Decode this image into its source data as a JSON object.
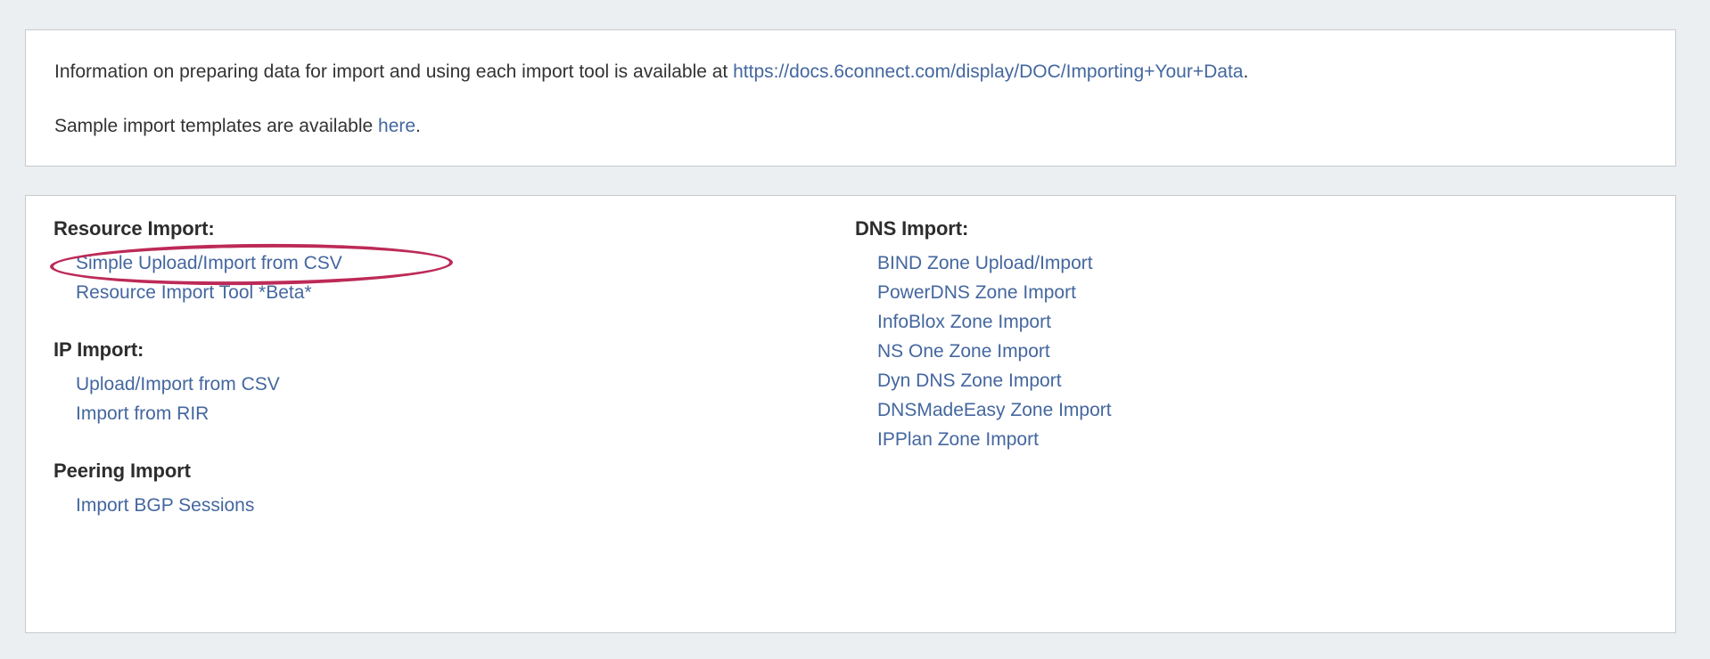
{
  "info_panel": {
    "line1_before": "Information on preparing data for import and using each import tool is available at ",
    "line1_link": "https://docs.6connect.com/display/DOC/Importing+Your+Data",
    "line1_after": ".",
    "line2_before": "Sample import templates are available ",
    "line2_link": "here",
    "line2_after": "."
  },
  "tools_panel": {
    "left_column": [
      {
        "title": "Resource Import:",
        "links": [
          "Simple Upload/Import from CSV",
          "Resource Import Tool *Beta*"
        ]
      },
      {
        "title": "IP Import:",
        "links": [
          "Upload/Import from CSV",
          "Import from RIR"
        ]
      },
      {
        "title": "Peering Import",
        "links": [
          "Import BGP Sessions"
        ]
      }
    ],
    "right_column": [
      {
        "title": "DNS Import:",
        "links": [
          "BIND Zone Upload/Import",
          "PowerDNS Zone Import",
          "InfoBlox Zone Import",
          "NS One Zone Import",
          "Dyn DNS Zone Import",
          "DNSMadeEasy Zone Import",
          "IPPlan Zone Import"
        ]
      }
    ]
  },
  "annotation": {
    "target_label": "Simple Upload/Import from CSV",
    "color": "#bd2a57",
    "shape": "ellipse"
  },
  "colors": {
    "page_background": "#eceff1",
    "panel_background": "#ffffff",
    "panel_border": "#c8cacc",
    "link": "#44679f",
    "heading": "#2d2d2d",
    "body_text": "#333333",
    "annotation": "#bd2a57"
  }
}
